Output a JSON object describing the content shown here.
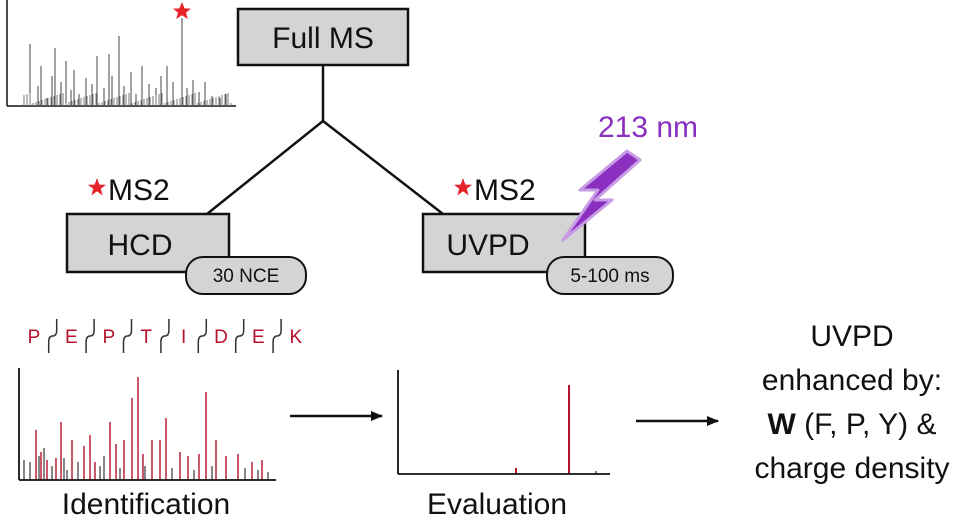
{
  "full_ms": {
    "label": "Full MS"
  },
  "branches": {
    "hcd": {
      "ms_label": "MS2",
      "box_label": "HCD",
      "setting": "30 NCE"
    },
    "uvpd": {
      "ms_label": "MS2",
      "box_label": "UVPD",
      "setting": "5-100 ms",
      "laser": "213 nm"
    }
  },
  "peptide": {
    "residues": [
      "P",
      "E",
      "P",
      "T",
      "I",
      "D",
      "E",
      "K"
    ]
  },
  "panels": {
    "identification": "Identification",
    "evaluation": "Evaluation"
  },
  "conclusion": {
    "line1": "UVPD",
    "line2": "enhanced by:",
    "bold": "W",
    "line3_rest": " (F, P, Y) &",
    "line4": "charge density"
  },
  "colors": {
    "box_fill": "#d4d4d4",
    "star": "#e8242b",
    "laser": "#8a2fc0",
    "fragment": "#b5122b",
    "spectrum_gray": "#555555"
  },
  "icons": [
    "star-icon",
    "lightning-bolt-icon",
    "arrow-right-icon"
  ]
}
